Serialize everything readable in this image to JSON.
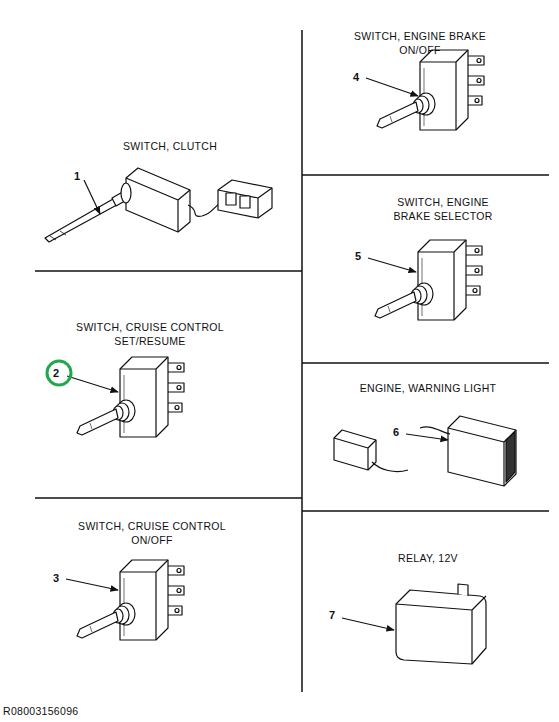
{
  "diagram": {
    "labels": [
      "SWITCH, CLUTCH",
      "1",
      "SWITCH, CRUISE CONTROL SET/RESUME",
      "2",
      "SWITCH, CRUISE CONTROL ON/OFF",
      "3",
      "SWITCH, ENGINE BRAKE ON/OFF",
      "4",
      "SWITCH, ENGINE BRAKE SELECTOR",
      "5",
      "ENGINE, WARNING LIGHT",
      "6",
      "RELAY, 12V",
      "7",
      "R08003156096"
    ]
  }
}
